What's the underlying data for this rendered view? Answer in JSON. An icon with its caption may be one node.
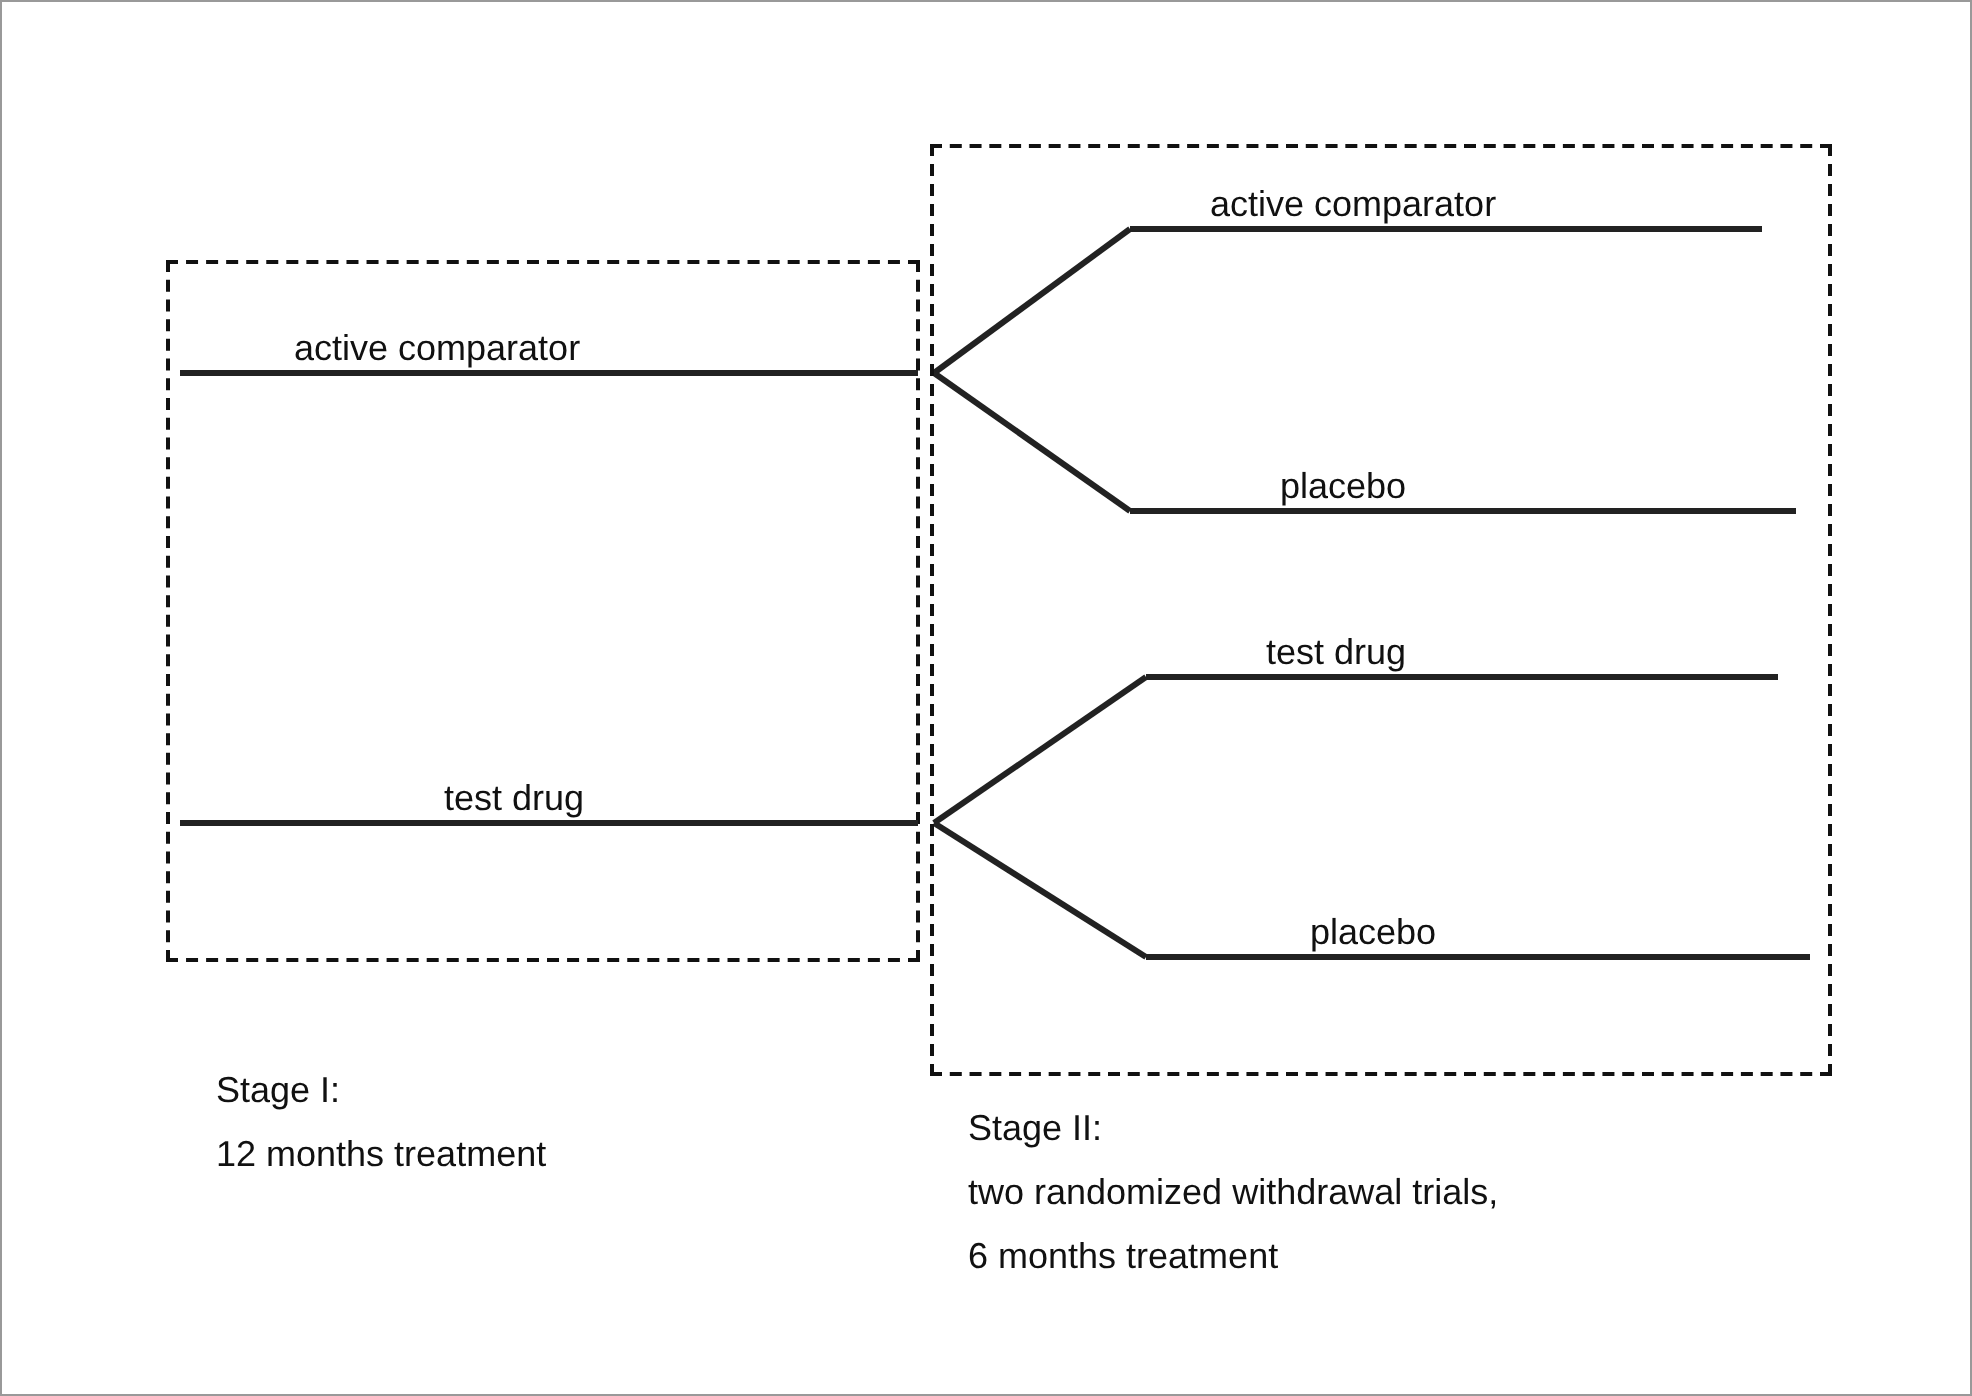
{
  "diagram": {
    "nodes": [
      {
        "text": [],
        "shape": "box",
        "beside": [
          "Stage I:",
          "12 months treatment"
        ]
      },
      {
        "text": [
          "active comparator"
        ],
        "in": 0
      },
      {
        "text": [
          "test drug"
        ],
        "in": 0
      },
      {
        "text": [],
        "shape": "box",
        "beside": [
          "Stage II:",
          "two randomized withdrawal trials, 6 months treatment"
        ]
      },
      {
        "text": [
          "active comparator"
        ],
        "in": 3
      },
      {
        "text": [
          "placebo"
        ],
        "in": 3
      },
      {
        "text": [
          "test drug"
        ],
        "in": 3
      },
      {
        "text": [
          "placebo"
        ],
        "in": 3
      }
    ],
    "edges": [
      {
        "from": 1,
        "to": 4,
        "arrow": "none"
      },
      {
        "from": 1,
        "to": 5,
        "arrow": "none"
      },
      {
        "from": 2,
        "to": 6,
        "arrow": "none"
      },
      {
        "from": 2,
        "to": 7,
        "arrow": "none"
      }
    ]
  }
}
